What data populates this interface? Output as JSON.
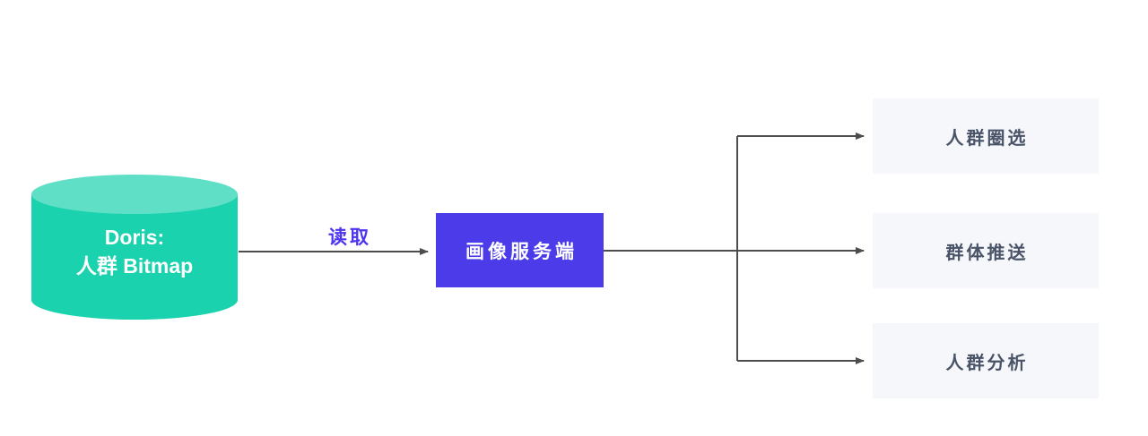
{
  "diagram": {
    "source": {
      "title_line1": "Doris:",
      "title_line2": "人群 Bitmap"
    },
    "edge_label": "读取",
    "service": {
      "label": "画像服务端"
    },
    "outputs": [
      {
        "label": "人群圈选"
      },
      {
        "label": "群体推送"
      },
      {
        "label": "人群分析"
      }
    ],
    "colors": {
      "cylinder_body": "#1AD2AE",
      "cylinder_top": "#5FE0C6",
      "service_box": "#4B3BE8",
      "edge_label_text": "#4D34EE",
      "output_box_bg": "#F6F7FB",
      "output_text": "#4A5468",
      "connector_line": "#4D4D4D"
    }
  }
}
